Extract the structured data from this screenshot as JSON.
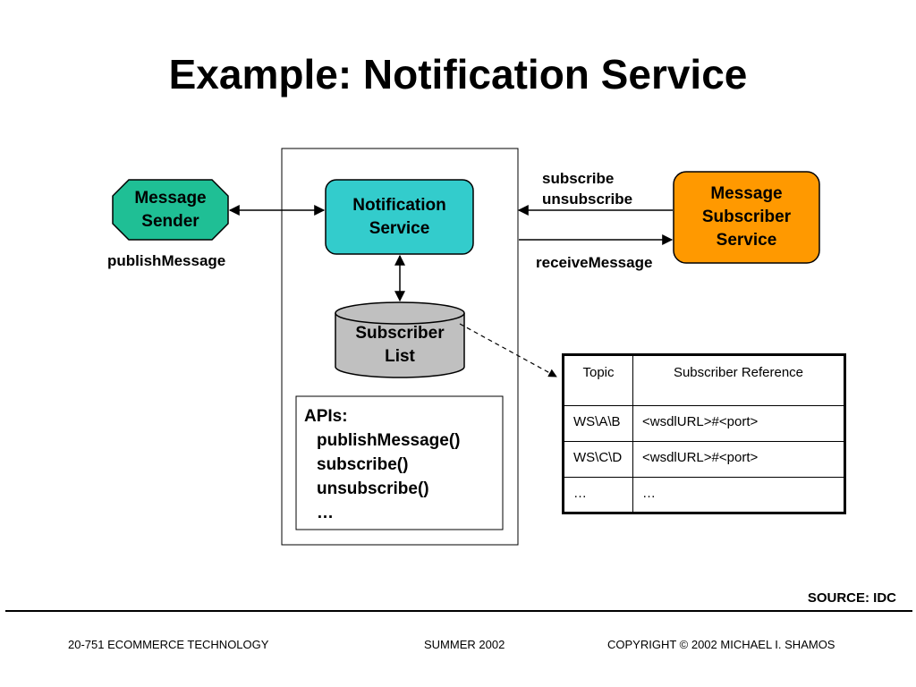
{
  "title": "Example: Notification Service",
  "nodes": {
    "message_sender": {
      "line1": "Message",
      "line2": "Sender",
      "color": "#1fbf95"
    },
    "notification_service": {
      "line1": "Notification",
      "line2": "Service",
      "color": "#33cccc"
    },
    "subscriber_list": {
      "line1": "Subscriber",
      "line2": "List",
      "color": "#c0c0c0"
    },
    "message_subscriber_service": {
      "line1": "Message",
      "line2": "Subscriber",
      "line3": "Service",
      "color": "#ff9900"
    }
  },
  "edge_labels": {
    "publish": "publishMessage",
    "subscribe": "subscribe",
    "unsubscribe": "unsubscribe",
    "receive": "receiveMessage"
  },
  "apis": {
    "heading": "APIs:",
    "items": [
      "publishMessage()",
      "subscribe()",
      "unsubscribe()",
      "…"
    ]
  },
  "table": {
    "headers": [
      "Topic",
      "Subscriber Reference"
    ],
    "rows": [
      [
        "WS\\A\\B",
        "<wsdlURL>#<port>"
      ],
      [
        "WS\\C\\D",
        "<wsdlURL>#<port>"
      ],
      [
        "…",
        "…"
      ]
    ]
  },
  "source": "SOURCE: IDC",
  "footer": {
    "left": "20-751 ECOMMERCE TECHNOLOGY",
    "center": "SUMMER 2002",
    "right": "COPYRIGHT © 2002 MICHAEL I. SHAMOS"
  }
}
